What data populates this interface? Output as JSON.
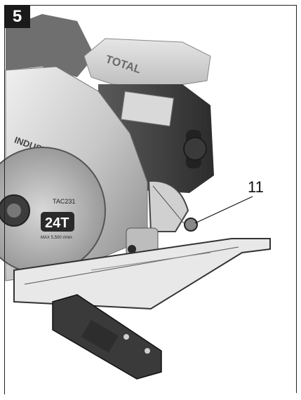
{
  "figure": {
    "number": "5",
    "callout_label": "11"
  },
  "product": {
    "brand": "TOTAL",
    "model": "TAC231",
    "blade_teeth": "24T",
    "blade_speed": "MAX 5,500 r/min",
    "guard_text": "INDUSTRIAL"
  }
}
